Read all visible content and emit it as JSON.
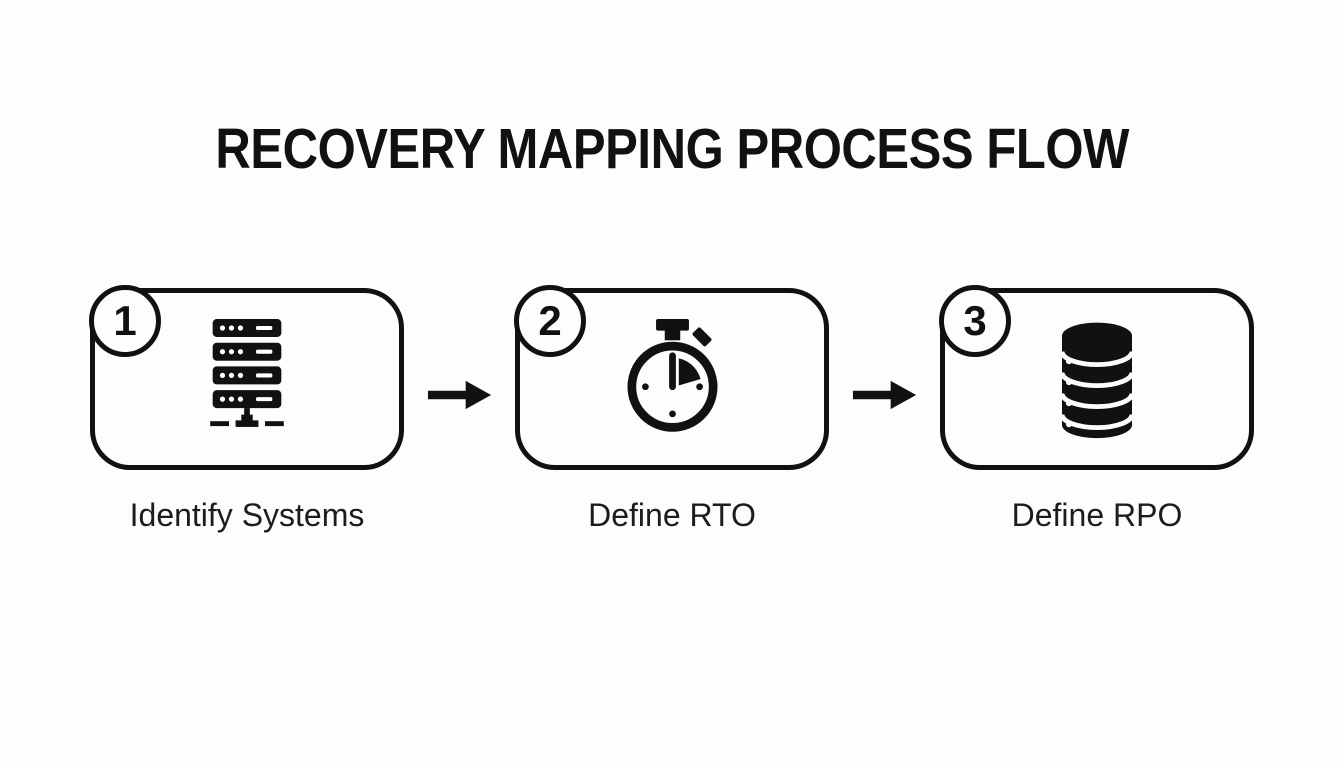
{
  "page": {
    "background_color": "#fdfdfd",
    "ink_color": "#111111",
    "label_color": "#1c1c1c"
  },
  "title": "RECOVERY MAPPING PROCESS FLOW",
  "steps": [
    {
      "number": "1",
      "label": "Identify Systems",
      "icon": "server-rack-icon"
    },
    {
      "number": "2",
      "label": "Define RTO",
      "icon": "stopwatch-icon"
    },
    {
      "number": "3",
      "label": "Define RPO",
      "icon": "database-icon"
    }
  ],
  "connectors": [
    {
      "icon": "arrow-right-icon"
    },
    {
      "icon": "arrow-right-icon"
    }
  ]
}
